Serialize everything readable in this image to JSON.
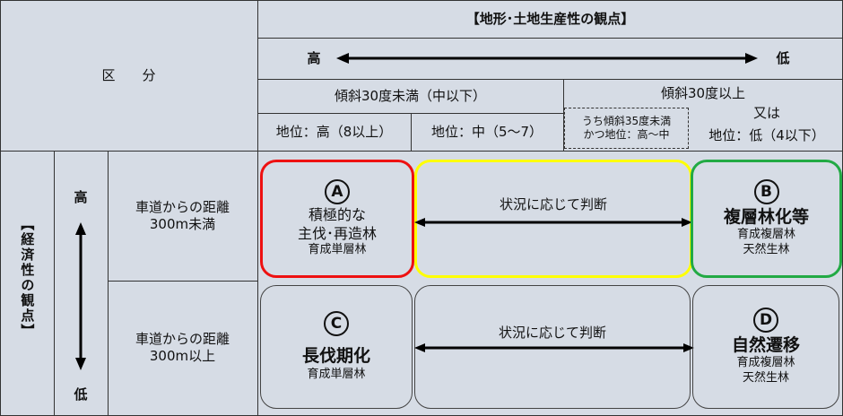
{
  "header": {
    "kubun": "区　　分",
    "land_title": "【地形･土地生産性の観点】",
    "high": "高",
    "low": "低",
    "slope_under30": "傾斜30度未満（中以下）",
    "slope_over30": "傾斜30度以上",
    "or": "又は",
    "site_high": "地位：高（8以上）",
    "site_mid": "地位：中（5～7）",
    "dashed_note": "うち傾斜35度未満\nかつ地位：高～中",
    "site_low": "地位：低（4以下）"
  },
  "left": {
    "econ_title": "【経済性の観点】",
    "high": "高",
    "low": "低",
    "near": "車道からの距離\n300m未満",
    "far": "車道からの距離\n300m以上"
  },
  "cells": {
    "A": {
      "mark": "A",
      "title": "積極的な\n主伐･再造林",
      "sub": "育成単層林",
      "color": "#ee1111"
    },
    "AB": {
      "label": "状況に応じて判断",
      "color": "#ffff00"
    },
    "B": {
      "mark": "B",
      "title": "複層林化等",
      "sub": "育成複層林\n天然生林",
      "color": "#22aa44"
    },
    "C": {
      "mark": "C",
      "title": "長伐期化",
      "sub": "育成単層林"
    },
    "CD": {
      "label": "状況に応じて判断"
    },
    "D": {
      "mark": "D",
      "title": "自然遷移",
      "sub": "育成複層林\n天然生林"
    }
  }
}
